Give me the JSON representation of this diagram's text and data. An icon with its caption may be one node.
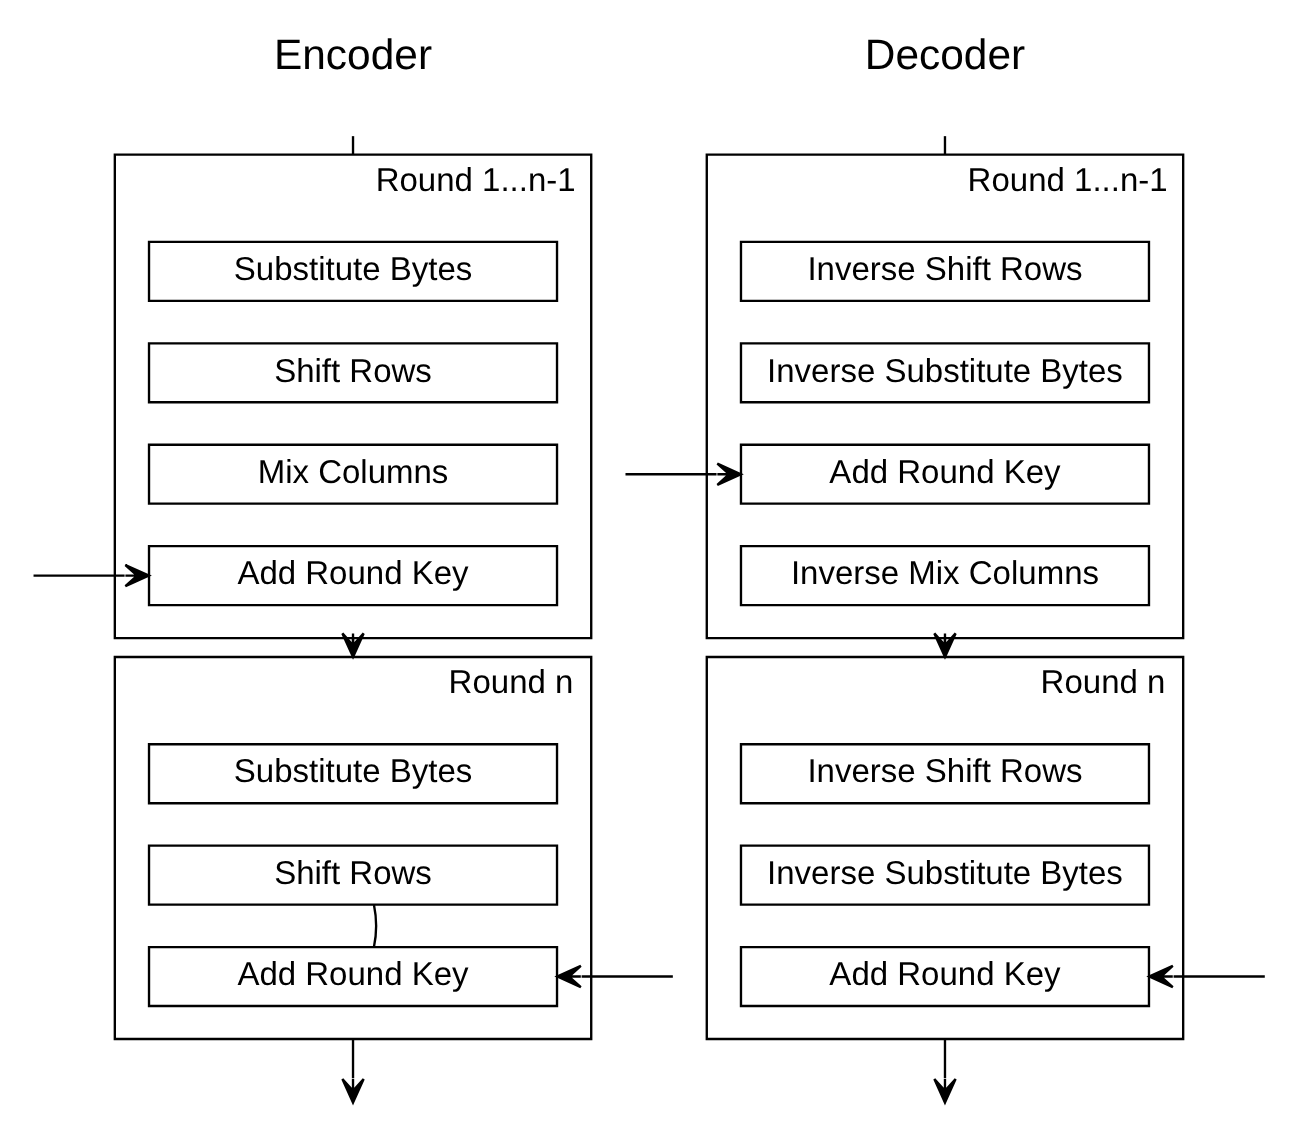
{
  "diagram": {
    "nodes": [
      {
        "text": [
          "Round 1...n-1"
        ]
      },
      {
        "text": [
          "Substitute Bytes"
        ],
        "in": 0
      },
      {
        "text": [
          "Shift Rows"
        ],
        "in": 0
      },
      {
        "text": [
          "Mix Columns"
        ],
        "in": 0
      },
      {
        "text": [
          "Add Round Key"
        ],
        "in": 0
      },
      {
        "text": [
          "Round n"
        ]
      },
      {
        "text": [
          "Substitute Bytes"
        ],
        "in": 5
      },
      {
        "text": [
          "Shift Rows"
        ],
        "in": 5
      },
      {
        "text": [
          "Add Round Key"
        ],
        "in": 5
      },
      {
        "text": [
          "Round 1...n-1"
        ]
      },
      {
        "text": [
          "Inverse Shift Rows"
        ],
        "in": 9
      },
      {
        "text": [
          "Inverse Substitute Bytes"
        ],
        "in": 9
      },
      {
        "text": [
          "Add Round Key"
        ],
        "in": 9
      },
      {
        "text": [
          "Inverse Mix Columns"
        ],
        "in": 9
      },
      {
        "text": [
          "Round n"
        ]
      },
      {
        "text": [
          "Inverse Shift Rows"
        ],
        "in": 14
      },
      {
        "text": [
          "Inverse Substitute Bytes"
        ],
        "in": 14
      },
      {
        "text": [
          "Add Round Key"
        ],
        "in": 14
      }
    ],
    "edges": [
      {
        "from": null,
        "to": 0,
        "arrow": "none"
      },
      {
        "from": null,
        "to": 4,
        "arrow": "to"
      },
      {
        "from": 0,
        "to": 5,
        "arrow": "to"
      },
      {
        "from": 7,
        "to": 8,
        "arrow": "none"
      },
      {
        "from": null,
        "to": 8,
        "arrow": "to"
      },
      {
        "from": 5,
        "to": null,
        "arrow": "to"
      },
      {
        "from": null,
        "to": 9,
        "arrow": "none"
      },
      {
        "from": null,
        "to": 12,
        "arrow": "to"
      },
      {
        "from": 9,
        "to": 14,
        "arrow": "to"
      },
      {
        "from": null,
        "to": 17,
        "arrow": "to"
      },
      {
        "from": 14,
        "to": null,
        "arrow": "to"
      }
    ],
    "labels": [
      "Encoder",
      "Decoder"
    ]
  }
}
